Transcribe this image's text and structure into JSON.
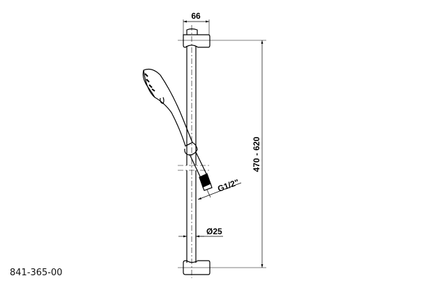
{
  "drawing": {
    "width_dim": "66",
    "height_dim": "470 - 620",
    "thread_dim": "G1/2\"",
    "diameter_dim": "Ø25",
    "part_number": "841-365-00"
  }
}
